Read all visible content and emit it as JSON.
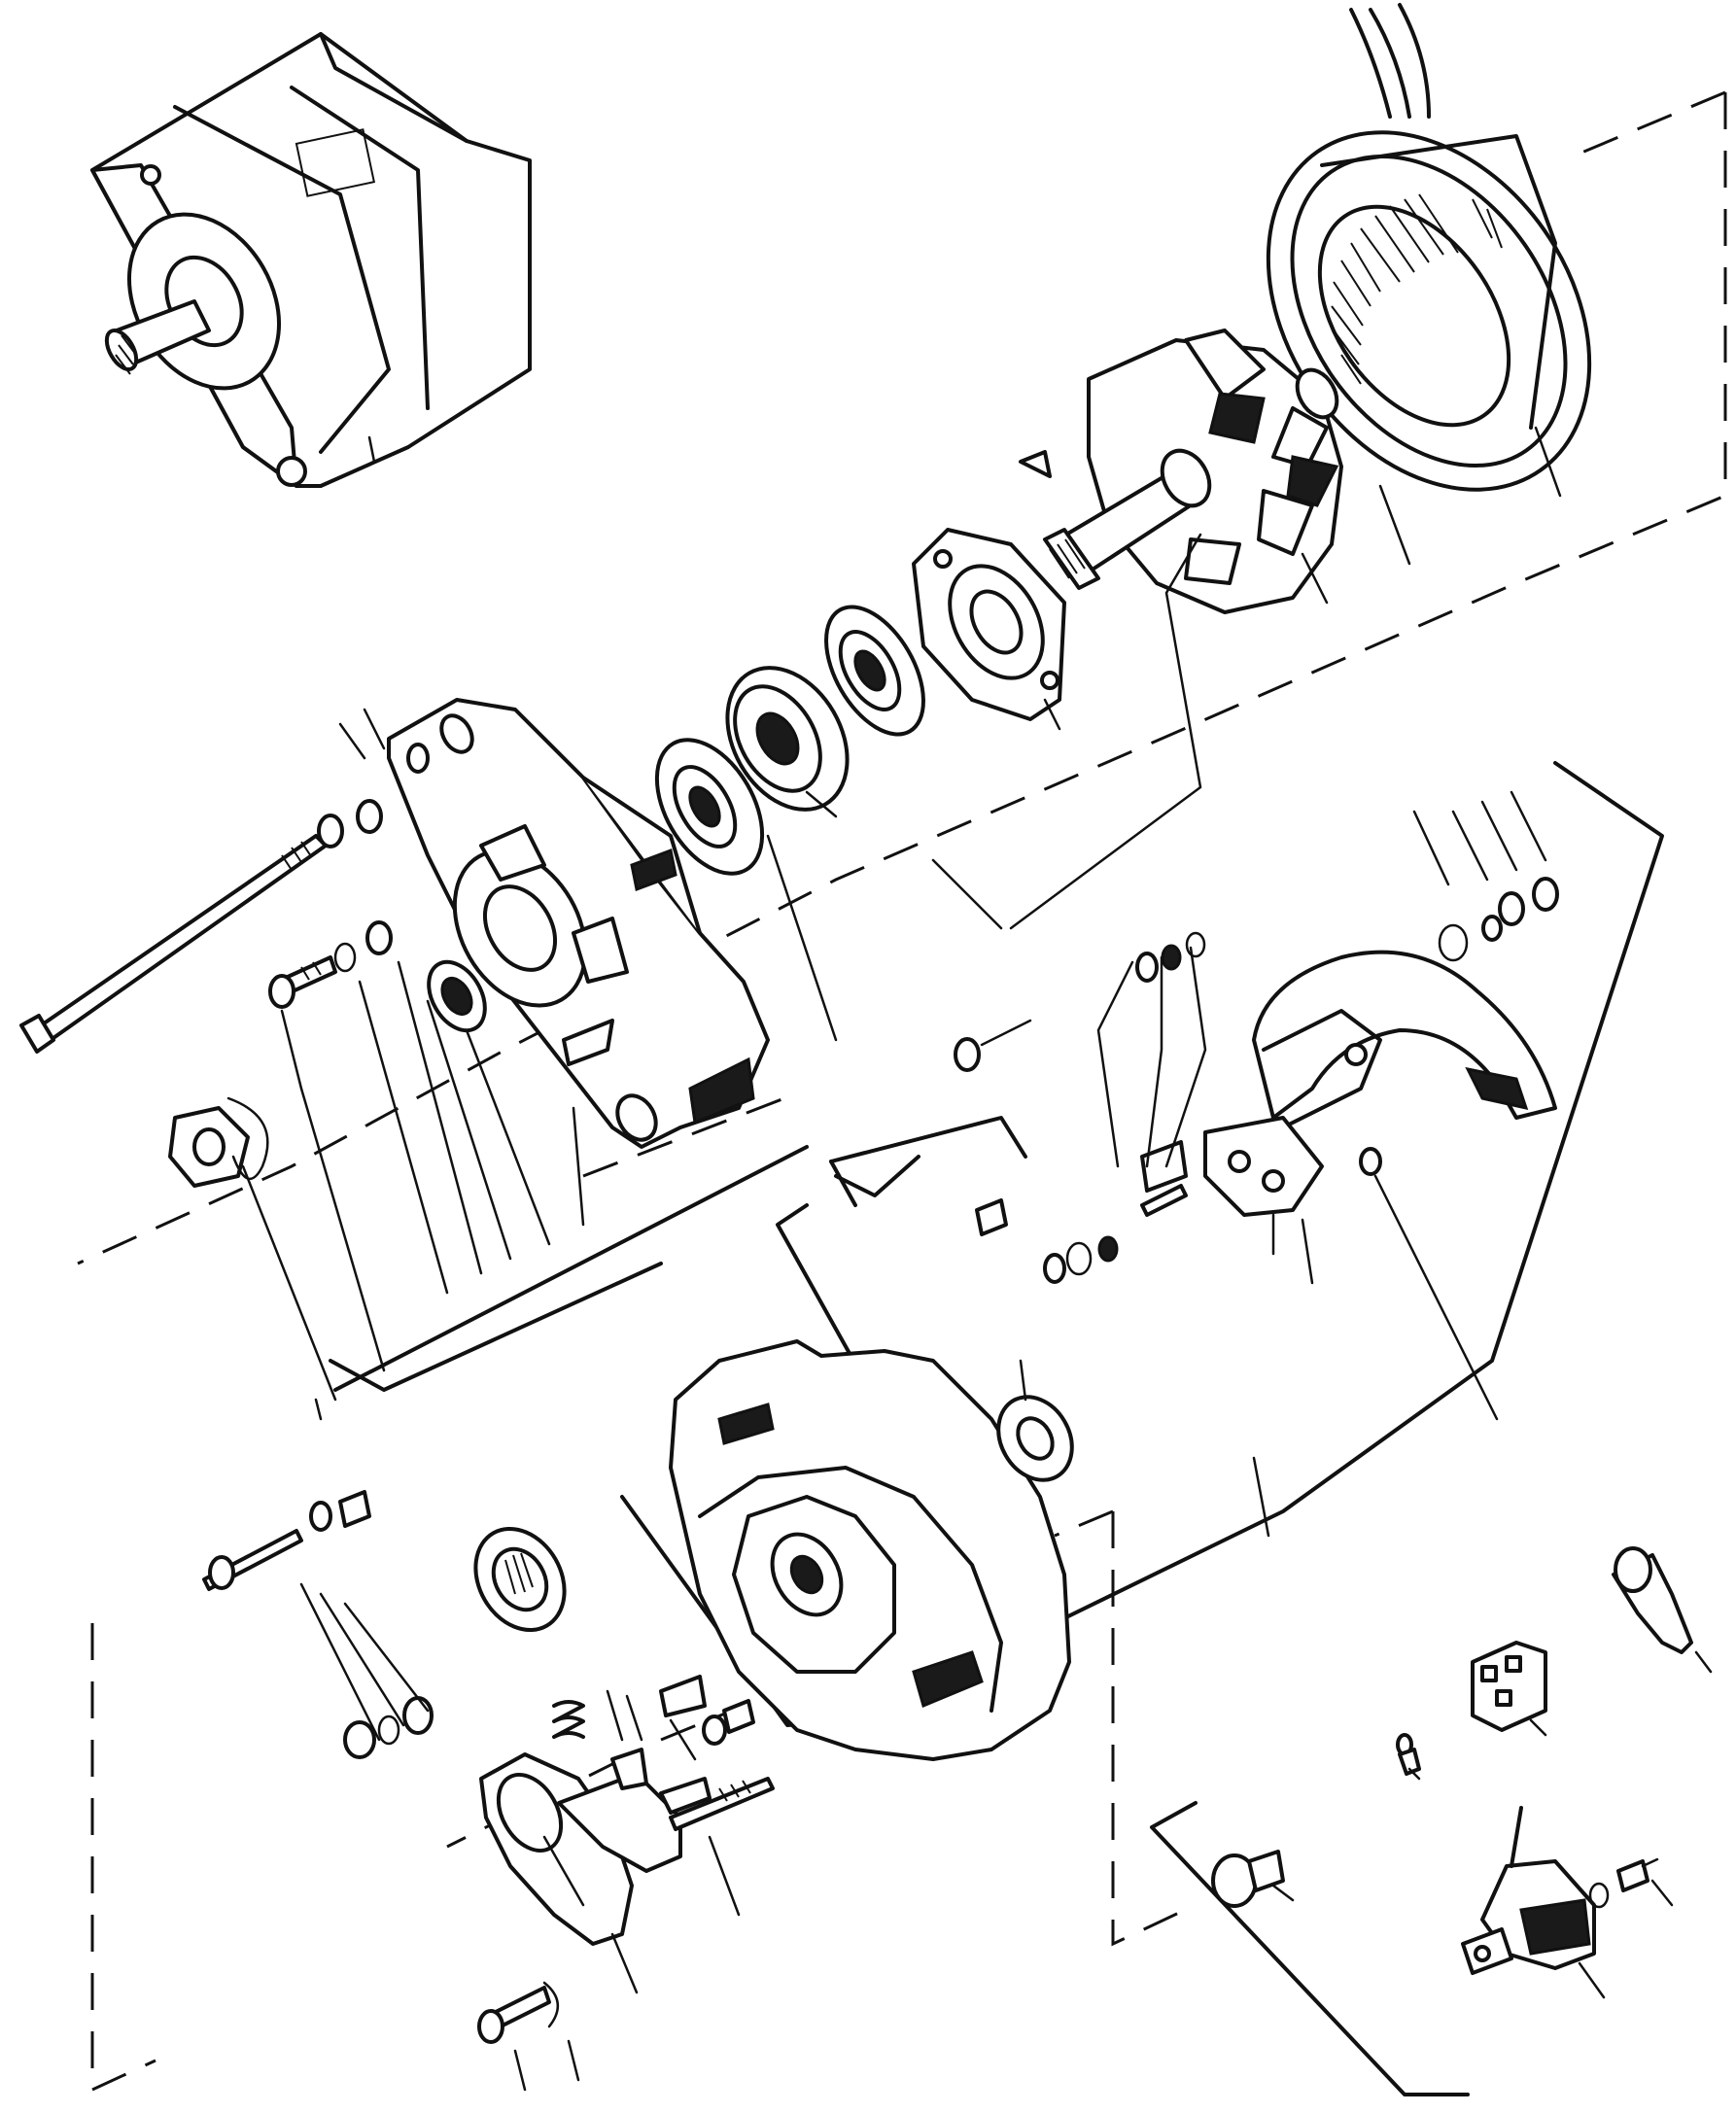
{
  "diagram": {
    "kind": "exploded-parts-view",
    "subject": "alternator",
    "text_labels": [],
    "groups": [
      {
        "id": "assembled-unit",
        "icon": "alternator-assembly-icon"
      },
      {
        "id": "stator",
        "icon": "stator-winding-icon"
      },
      {
        "id": "rotor",
        "icon": "claw-pole-rotor-icon"
      },
      {
        "id": "drive-end-housing",
        "icon": "drive-end-frame-icon"
      },
      {
        "id": "bearings-and-seals",
        "icon": "ball-bearing-icon"
      },
      {
        "id": "through-bolt-and-fasteners",
        "icon": "bolt-icon"
      },
      {
        "id": "rectifier-diode-plate",
        "icon": "rectifier-icon"
      },
      {
        "id": "slip-ring-end-housing",
        "icon": "slip-ring-end-frame-icon"
      },
      {
        "id": "brush-holder-and-regulator",
        "icon": "brush-holder-icon"
      },
      {
        "id": "terminal-connectors",
        "icon": "terminal-plug-icon"
      }
    ],
    "colors": {
      "ink": "#111111",
      "paper": "#ffffff"
    }
  }
}
